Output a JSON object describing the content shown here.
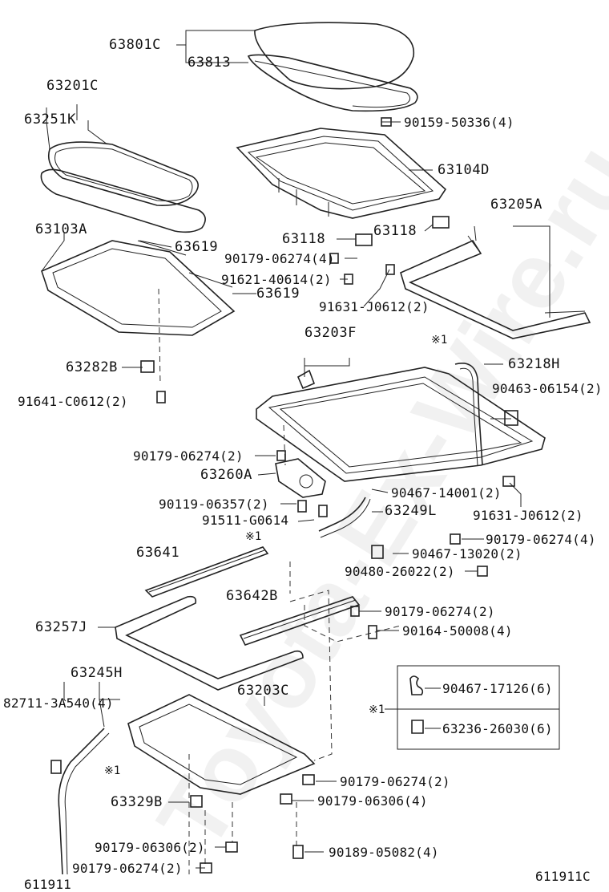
{
  "watermark": "Toyota-Ex-Wire.ru",
  "diagram_code": "611911C",
  "footer_left": "611911",
  "legend": {
    "marker": "※1",
    "items": [
      {
        "part": "90467-17126(6)"
      },
      {
        "part": "63236-26030(6)"
      }
    ]
  },
  "parts": {
    "p63801C": "63801C",
    "p63813": "63813",
    "p90159": "90159-50336(4)",
    "p63201C": "63201C",
    "p63251K": "63251K",
    "p63104D": "63104D",
    "p63205A": "63205A",
    "p63103A": "63103A",
    "p63619a": "63619",
    "p63619b": "63619",
    "p63118a": "63118",
    "p63118b": "63118",
    "p90179a": "90179-06274(4)",
    "p91621": "91621-40614(2)",
    "p91631a": "91631-J0612(2)",
    "p63203F": "63203F",
    "mark1a": "※1",
    "p63218H": "63218H",
    "p63282B": "63282B",
    "p90463": "90463-06154(2)",
    "p91641": "91641-C0612(2)",
    "p90179b": "90179-06274(2)",
    "p63260A": "63260A",
    "p90467a": "90467-14001(2)",
    "p90119": "90119-06357(2)",
    "p63249L": "63249L",
    "p91631b": "91631-J0612(2)",
    "p91511": "91511-G0614",
    "mark1b": "※1",
    "p90179c": "90179-06274(4)",
    "p63641": "63641",
    "p90467b": "90467-13020(2)",
    "p90480": "90480-26022(2)",
    "p63642B": "63642B",
    "p90179d": "90179-06274(2)",
    "p63257J": "63257J",
    "p90164": "90164-50008(4)",
    "p63245H": "63245H",
    "p82711": "82711-3A540(4)",
    "p63203C": "63203C",
    "mark1c": "※1",
    "mark1d": "※1",
    "p90179e": "90179-06274(2)",
    "p63329B": "63329B",
    "p90179f": "90179-06306(4)",
    "p90179g": "90179-06306(2)",
    "p90189": "90189-05082(4)",
    "p90179h": "90179-06274(2)"
  }
}
